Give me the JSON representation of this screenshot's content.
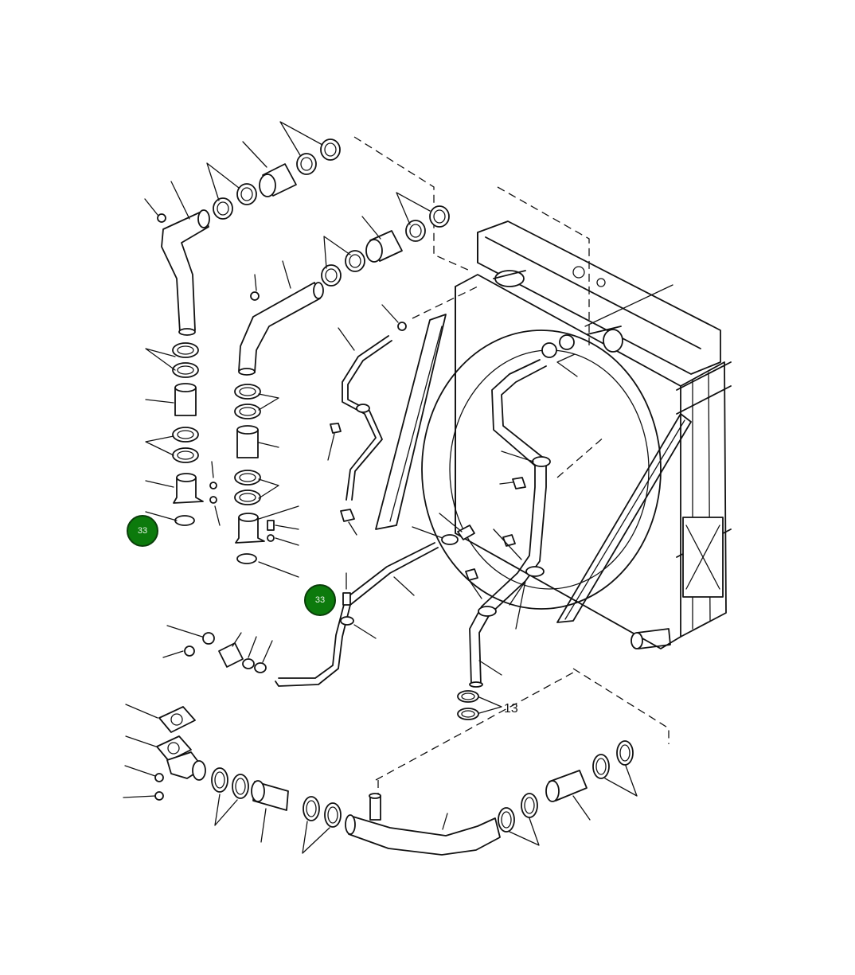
{
  "diagram": {
    "callouts": [
      {
        "id": "callout-13",
        "label": "13"
      }
    ],
    "hotspots": [
      {
        "id": "hotspot-left",
        "label": "33"
      },
      {
        "id": "hotspot-center",
        "label": "33"
      }
    ],
    "colors": {
      "hotspot_fill": "#0c7a0c",
      "line": "#111111",
      "background": "#ffffff"
    }
  }
}
